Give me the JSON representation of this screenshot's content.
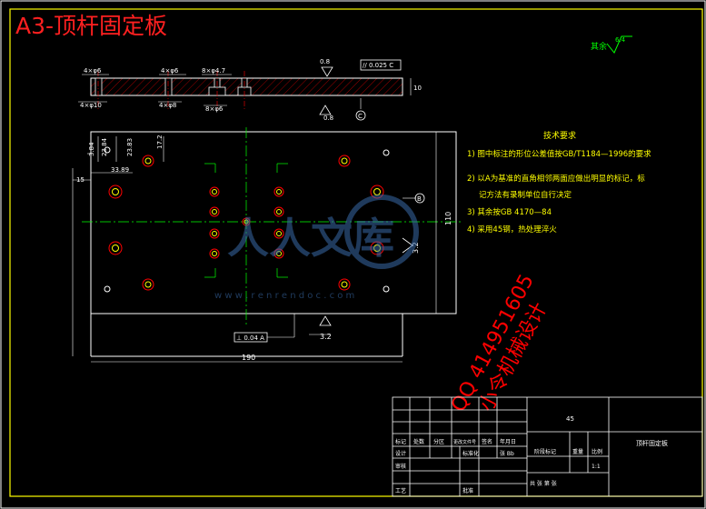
{
  "header": {
    "title": "A3-顶杆固定板"
  },
  "roughness_note": {
    "label": "其余",
    "value": "6.4"
  },
  "section_view": {
    "dims": [
      "4×φ6",
      "4×φ6",
      "8×φ4.7",
      "4×φ10",
      "4×φ8",
      "8×φ6"
    ],
    "thickness": "10",
    "flatness_value": "0.8",
    "tolerance_box": "// 0.025 C",
    "datum": "C",
    "roughness_bottom": "0.8"
  },
  "plan_view": {
    "dims_left": [
      "3.84",
      "23.84",
      "23.83",
      "33.89",
      "17.2"
    ],
    "dim_width": "190",
    "dim_height": "110",
    "datum_b": "B",
    "roughness_right": "3.2",
    "roughness_bottom": "3.2",
    "tolerance_box": "⊥ 0.04 A"
  },
  "tech_requirements": {
    "title": "技术要求",
    "items": [
      "1) 图中标注的形位公差值按GB/T1184—1996的要求",
      "2) 以A为基准的直角相邻两面应做出明显的标记，标",
      "记方法有录制单位自行决定",
      "3) 其余按GB 4170—84",
      "4) 采用45钢，热处理淬火"
    ]
  },
  "watermark": {
    "logo": "人人文库",
    "url": "w w w . r e n r e n d o c . c o m",
    "qq_line1": "QQ 414951605",
    "qq_line2": "小令机械设计"
  },
  "title_block": {
    "material": "45",
    "part_name": "顶杆固定板",
    "header_cells": [
      "标记",
      "处数",
      "分区",
      "更改文件号",
      "签名",
      "年月日"
    ],
    "row_labels": [
      "设计",
      "审核",
      "工艺"
    ],
    "row_mid": [
      "标准化",
      "批准"
    ],
    "signature": "张 Bb",
    "stage_label": "阶段标记",
    "weight_label": "重量",
    "scale_label": "比例",
    "scale_value": "1:1",
    "sheet_info": "共 张  第 张"
  },
  "colors": {
    "background": "#000000",
    "frame": "#ffffff",
    "yellow": "#ffff00",
    "green": "#00ff00",
    "red": "#ff0000",
    "cyan": "#00ffff",
    "title_red": "#ff2020"
  }
}
